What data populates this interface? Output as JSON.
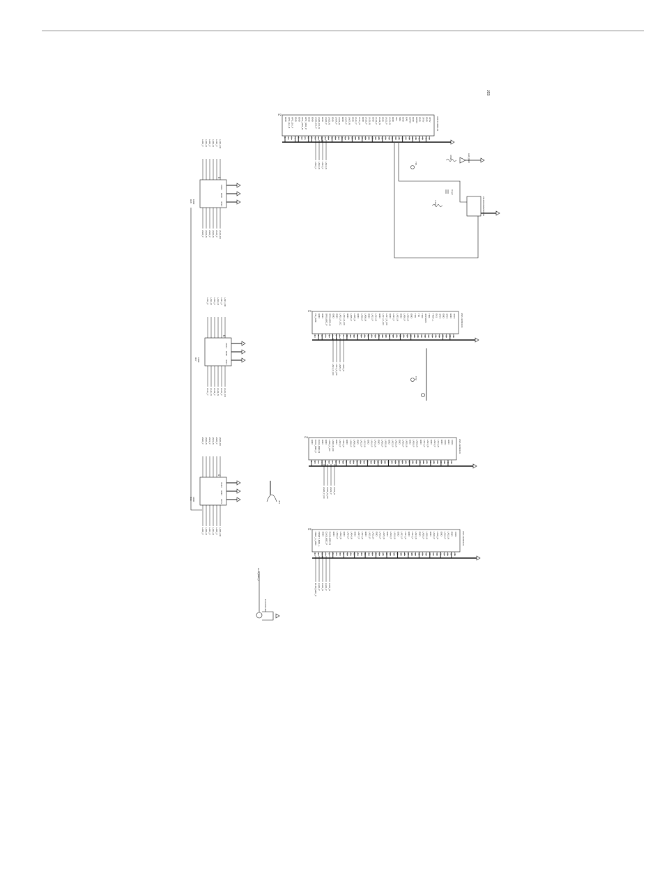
{
  "page": {
    "fig_ref": "J03"
  },
  "connectors": [
    {
      "ref": "P2",
      "part": "ASP-134604-01",
      "signals": [
        "GND",
        "HPC_GA_N",
        "HPC_GA_P",
        "GND",
        "GND",
        "HPC_SDA_N",
        "HPC_SDA_P",
        "GND",
        "GND",
        "LA00_CC_P",
        "LA00_CC_N",
        "GND",
        "LA02_P",
        "LA02_N",
        "GND",
        "LA04_P",
        "LA04_N",
        "GND",
        "LA07_P",
        "LA07_N",
        "GND",
        "LA11_P",
        "LA11_N",
        "GND",
        "LA15_P",
        "LA15_N",
        "GND",
        "LA19_P",
        "LA19_N",
        "GND",
        "LA21_P",
        "LA21_N",
        "GND",
        "SCL",
        "SDA",
        "GND",
        "GA0",
        "12P0V",
        "GND",
        "12P0V",
        "GND",
        "3P3V",
        "GND",
        "3P3V"
      ],
      "nets": [
        "LA02_P",
        "LA02_N",
        "LA04_P",
        "LA04_N"
      ]
    },
    {
      "ref": "P3",
      "part": "ASP-134604-01",
      "signals": [
        "PG_C2M",
        "GND",
        "GND",
        "DP0_M2C_P",
        "DP0_M2C_N",
        "GND",
        "GND",
        "LA01_P_CC",
        "LA01_N_CC",
        "GND",
        "LA05_P",
        "LA05_N",
        "GND",
        "LA09_P",
        "LA09_N",
        "GND",
        "LA13_P",
        "LA13_N",
        "GND",
        "LA17_P_CC",
        "LA17_N_CC",
        "GND",
        "LA23_P",
        "LA23_N",
        "GND",
        "LA26_P",
        "LA26_N",
        "GND",
        "TCK",
        "TDI",
        "TDO",
        "3P3VAUX",
        "TMS",
        "TRST_L",
        "GA1",
        "3P3V",
        "GND",
        "3P3V",
        "GND",
        "3P3V"
      ],
      "nets": [
        "LA01_P_CC",
        "LA01_N_CC",
        "LA05_P",
        "LA05_N"
      ]
    },
    {
      "ref": "P4",
      "part": "ASP-134604-01",
      "signals": [
        "GND",
        "CLK1_M2C_P",
        "CLK1_M2C_N",
        "GND",
        "GND",
        "LA00_P_CC",
        "LA00_N_CC",
        "GND",
        "LA03_P",
        "LA03_N",
        "GND",
        "LA08_P",
        "LA08_N",
        "GND",
        "LA12_P",
        "LA12_N",
        "GND",
        "LA16_P",
        "LA16_N",
        "GND",
        "LA20_P",
        "LA20_N",
        "GND",
        "LA22_P",
        "LA22_N",
        "GND",
        "LA25_P",
        "LA25_N",
        "GND",
        "LA29_P",
        "LA29_N",
        "GND",
        "LA31_P",
        "LA31_N",
        "GND",
        "LA33_P",
        "LA33_N",
        "GND",
        "VADJ",
        "GND",
        "VADJ"
      ],
      "nets": [
        "LA00_P_CC",
        "LA00_N_CC",
        "LA03_P",
        "LA03_N"
      ]
    },
    {
      "ref": "P5",
      "part": "ASP-134604-01",
      "signals": [
        "VREF_A_M2C",
        "PRSNT_M2C_L",
        "GND",
        "CLK0_M2C_P",
        "CLK0_M2C_N",
        "GND",
        "LA02_P",
        "LA02_N",
        "GND",
        "LA04_P",
        "LA04_N",
        "GND",
        "LA07_P",
        "LA07_N",
        "GND",
        "LA11_P",
        "LA11_N",
        "GND",
        "LA15_P",
        "LA15_N",
        "GND",
        "LA19_P",
        "LA19_N",
        "GND",
        "LA21_P",
        "LA21_N",
        "GND",
        "LA24_P",
        "LA24_N",
        "GND",
        "LA28_P",
        "LA28_N",
        "GND",
        "LA30_P",
        "LA30_N",
        "GND",
        "LA32_P",
        "LA32_N",
        "GND",
        "VADJ"
      ],
      "nets": [
        "CLK0_M2C_P",
        "LA02_P",
        "LA02_N",
        "LA04_P",
        "LA04_N"
      ]
    }
  ],
  "headers": [
    {
      "ref": "P6",
      "res": "R38",
      "val": "100Ω",
      "nets": [
        "LA02_P",
        "LA02_N",
        "LA06_P",
        "LA06_N",
        "LA10_P",
        "LA10_CC"
      ],
      "outs": [
        "VADJ",
        "GND",
        "3P3V"
      ]
    },
    {
      "ref": "P5",
      "res": "R37",
      "val": "100Ω",
      "nets": [
        "LA11_P",
        "LA11_N",
        "LA19_P",
        "LA19_N",
        "LA21_P",
        "LA21_CC"
      ],
      "outs": [
        "VADJ",
        "GND",
        "3P3V"
      ]
    },
    {
      "ref": "P1",
      "res": "R36",
      "val": "100Ω",
      "nets": [
        "LA00_P",
        "LA00_N",
        "LA03_P",
        "LA03_N",
        "LA08_P",
        "LA08_CC"
      ],
      "outs": [
        "VADJ",
        "GND",
        "3P3V"
      ]
    }
  ],
  "misc": {
    "eeprom": "24LC02-I/MS/SOT23",
    "cap_val": "0.1µF",
    "pullup": "4.7kΩ",
    "led": "LED_RED",
    "res_led": "470Ω",
    "testpoint1": "TP1",
    "testpoint2": "TP2",
    "jumper": "JP1",
    "clock_net": "CLK0_M2C_P",
    "sma": "142-0701-801"
  }
}
